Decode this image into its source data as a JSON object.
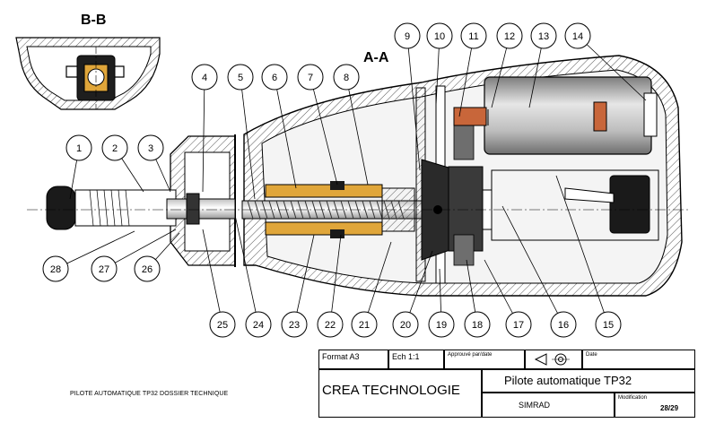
{
  "views": {
    "section_bb": "B-B",
    "section_aa": "A-A"
  },
  "callouts": [
    "1",
    "2",
    "3",
    "4",
    "5",
    "6",
    "7",
    "8",
    "9",
    "10",
    "11",
    "12",
    "13",
    "14",
    "15",
    "16",
    "17",
    "18",
    "19",
    "20",
    "21",
    "22",
    "23",
    "24",
    "25",
    "26",
    "27",
    "28"
  ],
  "footer_note": "PILOTE AUTOMATIQUE TP32 DOSSIER TECHNIQUE",
  "title_block": {
    "format": "Format A3",
    "scale": "Ech 1:1",
    "approved": "Approuvé par/date",
    "date": "Date",
    "title": "Pilote automatique TP32",
    "company": "CREA TECHNOLOGIE",
    "brand": "SIMRAD",
    "modification": "Modification",
    "sheet": "28/29"
  },
  "colors": {
    "line": "#000000",
    "hatch": "#555555",
    "brass": "#e0a63a",
    "motor_gray": "#9a9a9a",
    "dark_part": "#1a1a1a",
    "copper": "#c8663a"
  }
}
